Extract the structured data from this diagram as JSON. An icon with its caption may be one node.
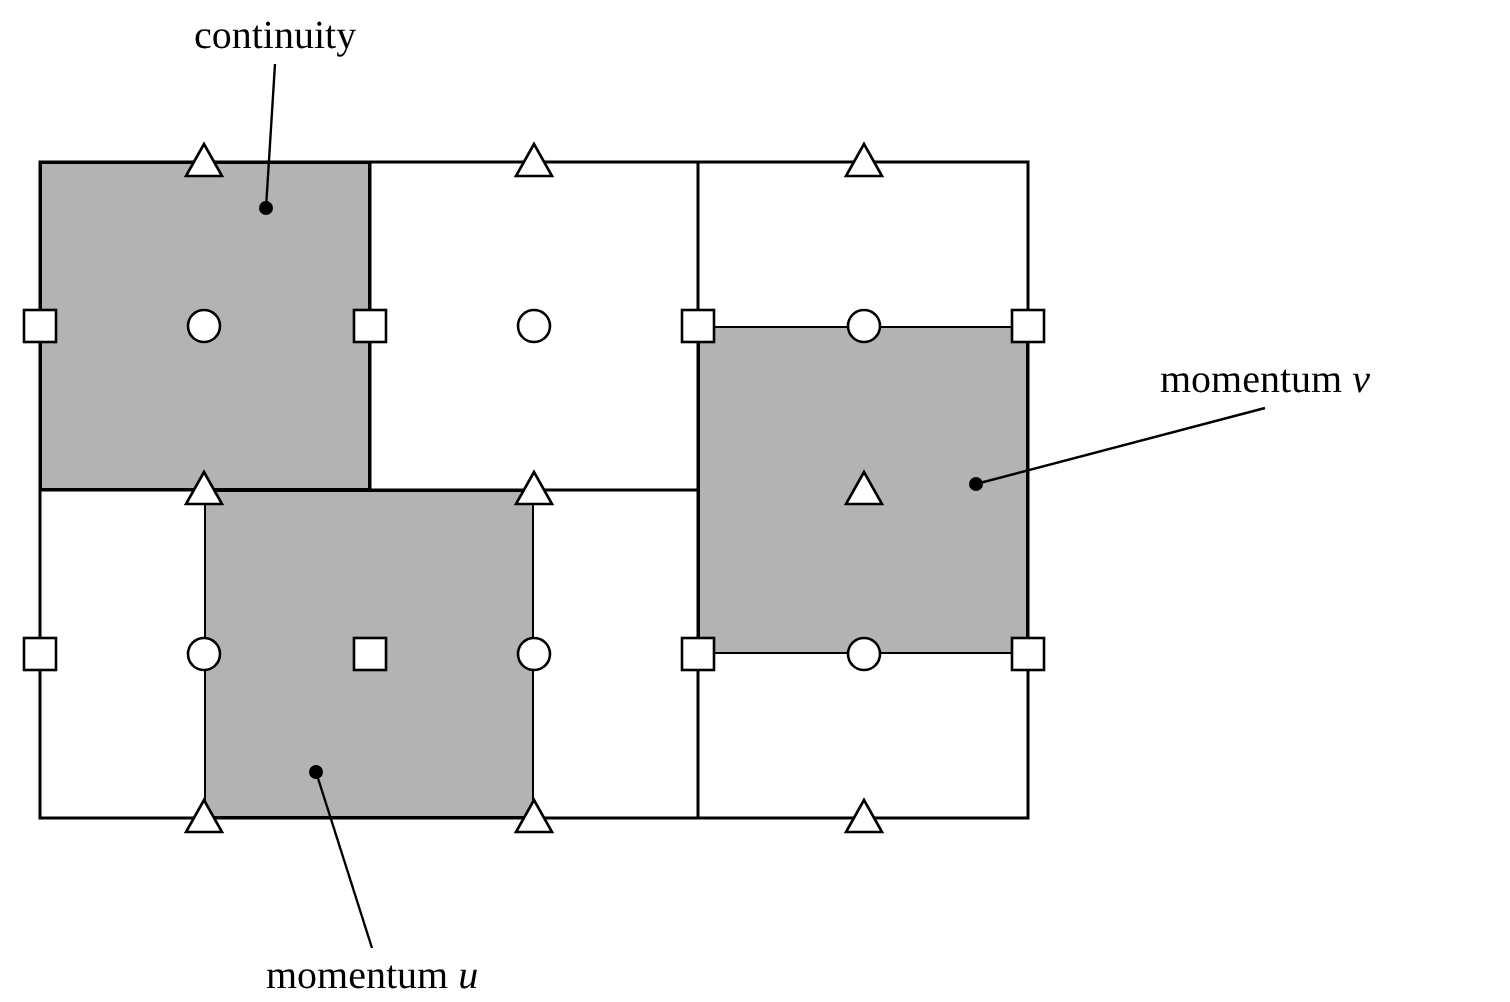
{
  "diagram": {
    "nodes": [
      {
        "text": [
          "continuity"
        ]
      },
      {
        "text": [],
        "shape": "box"
      },
      {
        "text": [
          "momentum *v*"
        ]
      },
      {
        "text": [],
        "shape": "box"
      },
      {
        "text": [
          "momentum *u*"
        ]
      },
      {
        "text": [],
        "shape": "box"
      }
    ],
    "edges": [
      {
        "from": 0,
        "to": 1,
        "arrow": "other"
      },
      {
        "from": 2,
        "to": 3,
        "arrow": "other"
      },
      {
        "from": 4,
        "to": 5,
        "arrow": "other"
      }
    ]
  }
}
